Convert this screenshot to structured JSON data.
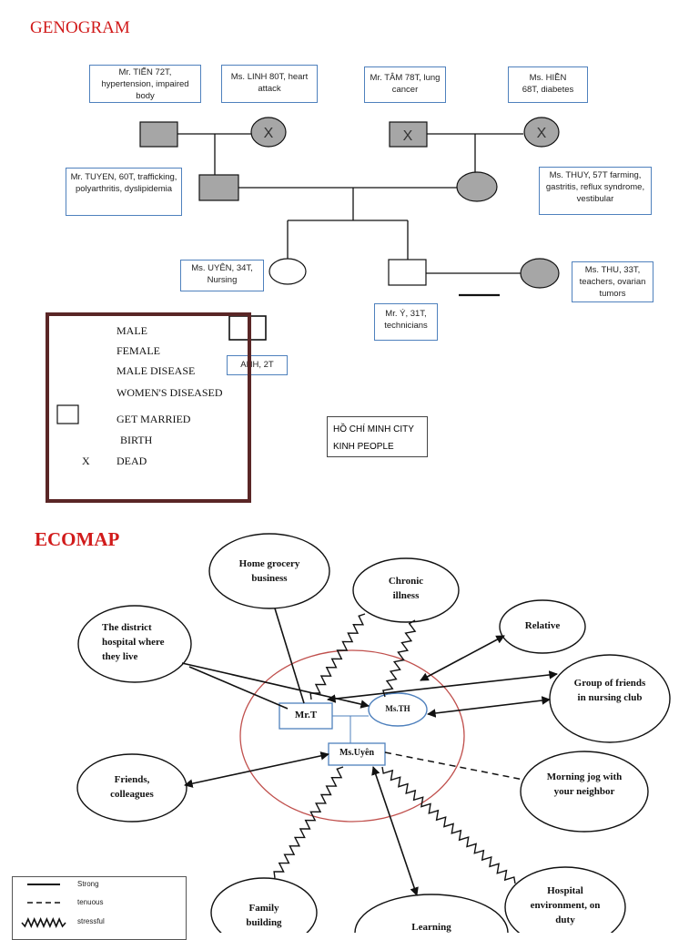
{
  "genogram": {
    "title": "GENOGRAM",
    "people": {
      "tien": "Mr. TIẾN 72T, hypertension, impaired body",
      "linh": "Ms. LINH 80T, heart attack",
      "tam": "Mr. TÂM 78T, lung cancer",
      "hien": "Ms. HIỀN 68T, diabetes",
      "tuyen": "Mr. TUYEN, 60T, trafficking, polyarthritis, dyslipidemia",
      "thuy": "Ms. THUY, 57T farming, gastritis, reflux syndrome, vestibular",
      "uyen": "Ms. UYÊN, 34T, Nursing",
      "thu": "Ms. THU, 33T, teachers, ovarian tumors",
      "y": "Mr. Ý, 31T, technicians",
      "anh": "ANH, 2T"
    },
    "dead_mark": "X",
    "legend": {
      "male": "MALE",
      "female": "FEMALE",
      "male_disease": "MALE DISEASE",
      "women_disease": "WOMEN'S DISEASED",
      "married": "GET MARRIED",
      "birth": "BIRTH",
      "dead_symbol": "X",
      "dead": "DEAD"
    },
    "location": {
      "city": "HỒ CHÍ MINH CITY",
      "ethnicity": "KINH PEOPLE"
    }
  },
  "ecomap": {
    "title": "ECOMAP",
    "nodes": {
      "grocery": "Home grocery business",
      "chronic": "Chronic illness",
      "hospital_district": "The district hospital where they live",
      "relative": "Relative",
      "nursing_club": "Group of friends in nursing club",
      "mr_t": "Mr.T",
      "ms_th": "Ms.TH",
      "ms_uyen": "Ms.Uyên",
      "friends": "Friends, colleagues",
      "jog": "Morning jog with your neighbor",
      "family": "Family building",
      "learning": "Learning",
      "hospital_env": "Hospital environment, on duty"
    },
    "legend": {
      "strong": "Strong",
      "tenuous": "tenuous",
      "stressful": "stressful"
    }
  },
  "colors": {
    "title_red": "#d11a1a",
    "box_border": "#4f81bd",
    "affected_fill": "#a6a6a6",
    "legend_border": "#5a2626",
    "ecomap_circle": "#c0504d"
  }
}
